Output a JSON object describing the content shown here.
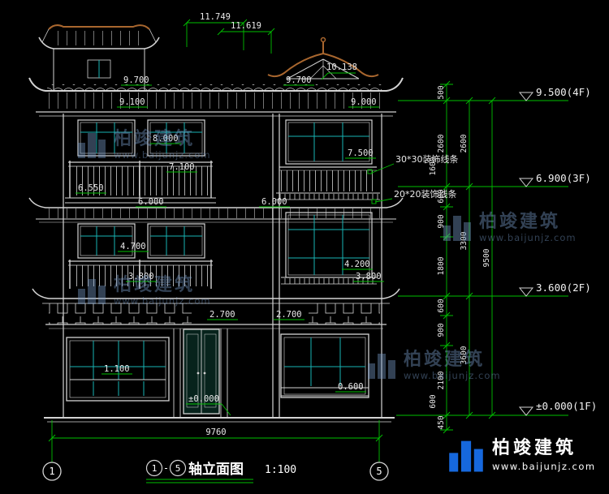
{
  "watermark": {
    "brand": "柏竣建筑",
    "url": "www.baijunjz.com"
  },
  "footer": {
    "brand": "柏竣建筑",
    "url": "www.baijunjz.com"
  },
  "title": {
    "axis_from": "1",
    "separator": "-",
    "axis_to": "5",
    "name": "轴立面图",
    "scale": "1:100"
  },
  "axis_bubbles": {
    "left": "1",
    "right": "5"
  },
  "top_dims": [
    "11.749",
    "11.619",
    "10.138"
  ],
  "levels": [
    "9.700",
    "9.100",
    "9.700",
    "9.000",
    "8.000",
    "7.500",
    "7.100",
    "6.550",
    "6.000",
    "6.000",
    "4.700",
    "4.200",
    "3.800",
    "3.800",
    "2.700",
    "2.700",
    "1.100",
    "0.600",
    "±0.000"
  ],
  "annotations": [
    "30*30装饰线条",
    "20*20装饰线条"
  ],
  "right_chain": [
    "500",
    "2600",
    "1600",
    "600",
    "900",
    "1800",
    "600",
    "900",
    "2100",
    "450",
    "2600",
    "3300",
    "3600",
    "9500",
    "600"
  ],
  "floor_marks": [
    "9.500(4F)",
    "6.900(3F)",
    "3.600(2F)",
    "±0.000(1F)"
  ],
  "bottom_dim": "9760"
}
